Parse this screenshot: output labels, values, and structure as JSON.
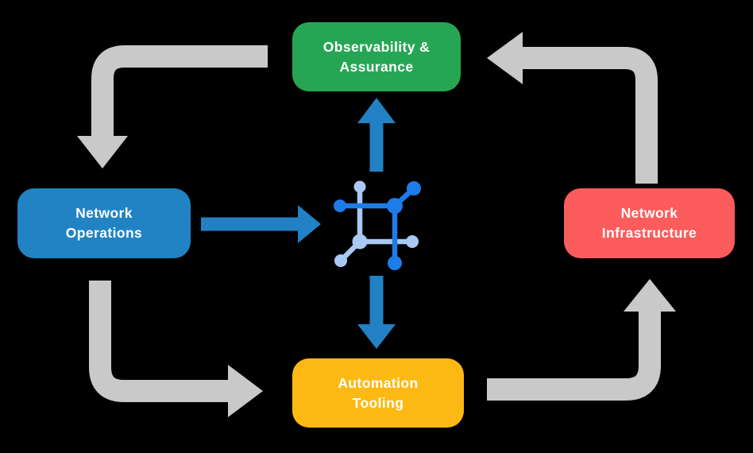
{
  "diagram": {
    "background": "#000000",
    "nodes": [
      {
        "id": "observability-assurance",
        "label": "Observability &\nAssurance",
        "color": "#26A653",
        "text_color": "#FFFFFF"
      },
      {
        "id": "network-operations",
        "label": "Network\nOperations",
        "color": "#2183C4",
        "text_color": "#FFFFFF"
      },
      {
        "id": "network-infrastructure",
        "label": "Network\nInfrastructure",
        "color": "#FC5C5C",
        "text_color": "#FFFFFF"
      },
      {
        "id": "automation-tooling",
        "label": "Automation\nTooling",
        "color": "#FDB913",
        "text_color": "#FFFFFF"
      }
    ],
    "cycle_arrow_color": "#C9C9C9",
    "flow_arrow_color": "#2181C4",
    "center_icon": {
      "name": "network-automation-icon",
      "bright_blue": "#1E7CE8",
      "light_blue": "#A9C9F4"
    }
  }
}
